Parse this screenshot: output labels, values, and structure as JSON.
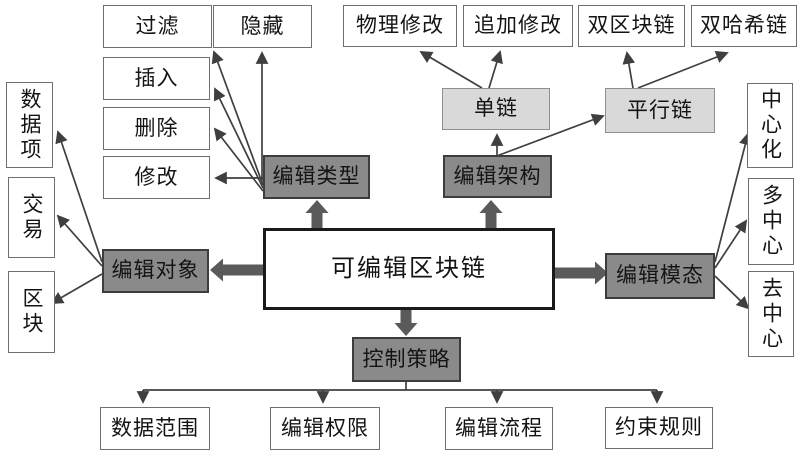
{
  "diagram": {
    "center": {
      "label": "可编辑区块链"
    },
    "edit_type": {
      "label": "编辑类型",
      "children": {
        "filter": "过滤",
        "hide": "隐藏",
        "insert": "插入",
        "delete": "删除",
        "modify": "修改"
      }
    },
    "edit_architecture": {
      "label": "编辑架构",
      "children": {
        "single_chain": {
          "label": "单链",
          "children": {
            "physical_modify": "物理修改",
            "append_modify": "追加修改"
          }
        },
        "parallel_chain": {
          "label": "平行链",
          "children": {
            "double_blockchain": "双区块链",
            "double_hash_chain": "双哈希链"
          }
        }
      }
    },
    "edit_object": {
      "label": "编辑对象",
      "children": {
        "data_item": "数据项",
        "transaction": "交易",
        "block": "区块"
      }
    },
    "edit_mode": {
      "label": "编辑模态",
      "children": {
        "centralized": "中心化",
        "multi_center": "多中心",
        "decentralized": "去中心"
      }
    },
    "control_strategy": {
      "label": "控制策略",
      "children": {
        "data_scope": "数据范围",
        "edit_permission": "编辑权限",
        "edit_process": "编辑流程",
        "constraint_rules": "约束规则"
      }
    }
  },
  "colors": {
    "background": "#ffffff",
    "dark_node_bg": "#8a8a8a",
    "dark_node_border": "#3d3d3d",
    "light_node_bg": "#d9d9d9",
    "white_node_bg": "#ffffff",
    "white_node_border": "#6f6f6f",
    "node_text": "#141414",
    "connector": "#3f3f3f",
    "block_arrow": "#5a5a5a"
  }
}
